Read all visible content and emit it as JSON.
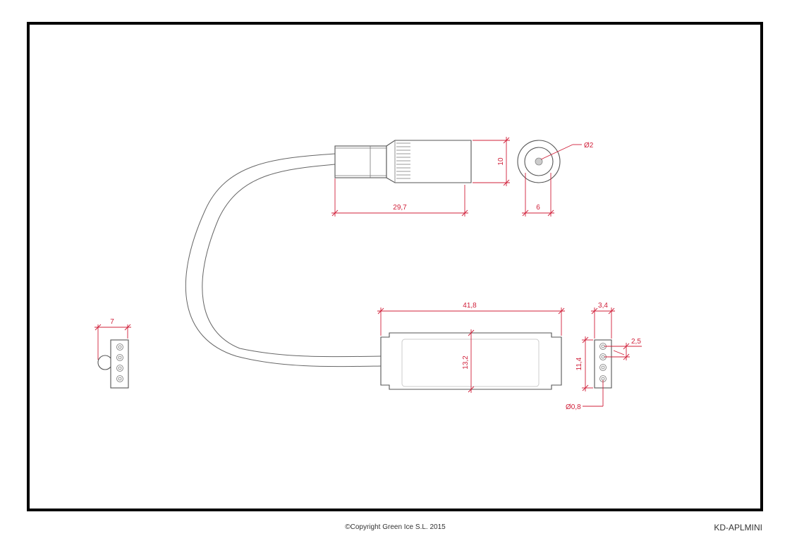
{
  "drawing": {
    "accent_color": "#d0203a",
    "frame_color": "#000000",
    "dimensions": {
      "jack_length": "29,7",
      "jack_height": "10",
      "jack_end_width": "6",
      "jack_pin_diameter": "Ø2",
      "controller_length": "41,8",
      "controller_height": "13,2",
      "connector_side_width": "7",
      "connector_thickness": "3,4",
      "connector_height": "11,4",
      "pin_pitch": "2,5",
      "pin_diameter": "Ø0,8"
    }
  },
  "footer": {
    "copyright": "©Copyright Green Ice S.L. 2015",
    "model": "KD-APLMINI"
  }
}
